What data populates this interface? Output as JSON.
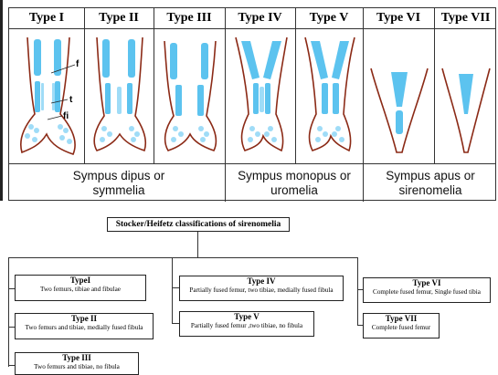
{
  "figure": {
    "types": [
      "Type I",
      "Type II",
      "Type III",
      "Type IV",
      "Type V",
      "Type VI",
      "Type VII"
    ],
    "bone_labels": {
      "femur": "f",
      "tibia": "t",
      "fibula": "fi"
    },
    "captions": [
      "Sympus dipus or symmelia",
      "Sympus monopus or uromelia",
      "Sympus apus or sirenomelia"
    ]
  },
  "tree": {
    "root": "Stocker/Heifetz classifications of sirenomelia",
    "nodes": [
      {
        "title": "TypeI",
        "desc": "Two femurs, tibiae and fibulae"
      },
      {
        "title": "Type II",
        "desc": "Two femurs and tibiae, medially fused fibula"
      },
      {
        "title": "Type III",
        "desc": "Two femurs and tibiae, no fibula"
      },
      {
        "title": "Type IV",
        "desc": "Partially fused femur, two tibiae, medially fused fibula"
      },
      {
        "title": "Type V",
        "desc": "Partially fused femur ,two tibiae, no fibula"
      },
      {
        "title": "Type VI",
        "desc": "Complete fused femur, Single fused tibia"
      },
      {
        "title": "Type VII",
        "desc": "Complete fused femur"
      }
    ]
  },
  "colors": {
    "bone": "#5cc3ef",
    "bone_light": "#9fdcf7",
    "outline": "#8b2a16",
    "line": "#333333"
  }
}
